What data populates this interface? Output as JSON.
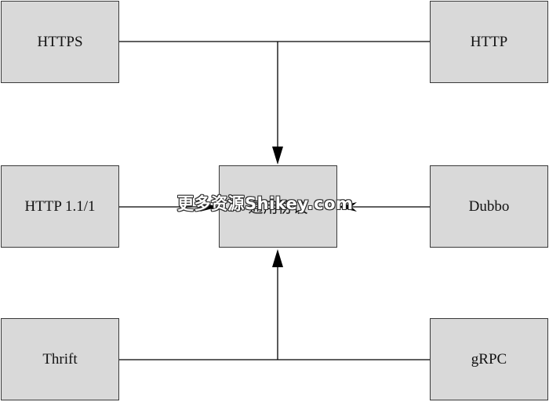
{
  "nodes": {
    "https": "HTTPS",
    "http": "HTTP",
    "http11": "HTTP 1.1/1",
    "center": "通用协议",
    "dubbo": "Dubbo",
    "thrift": "Thrift",
    "grpc": "gRPC"
  },
  "watermark": "更多资源Shikey.com",
  "colors": {
    "box_fill": "#d9d9d9",
    "box_border": "#3a3a3a",
    "line": "#000000",
    "background": "#ffffff"
  }
}
